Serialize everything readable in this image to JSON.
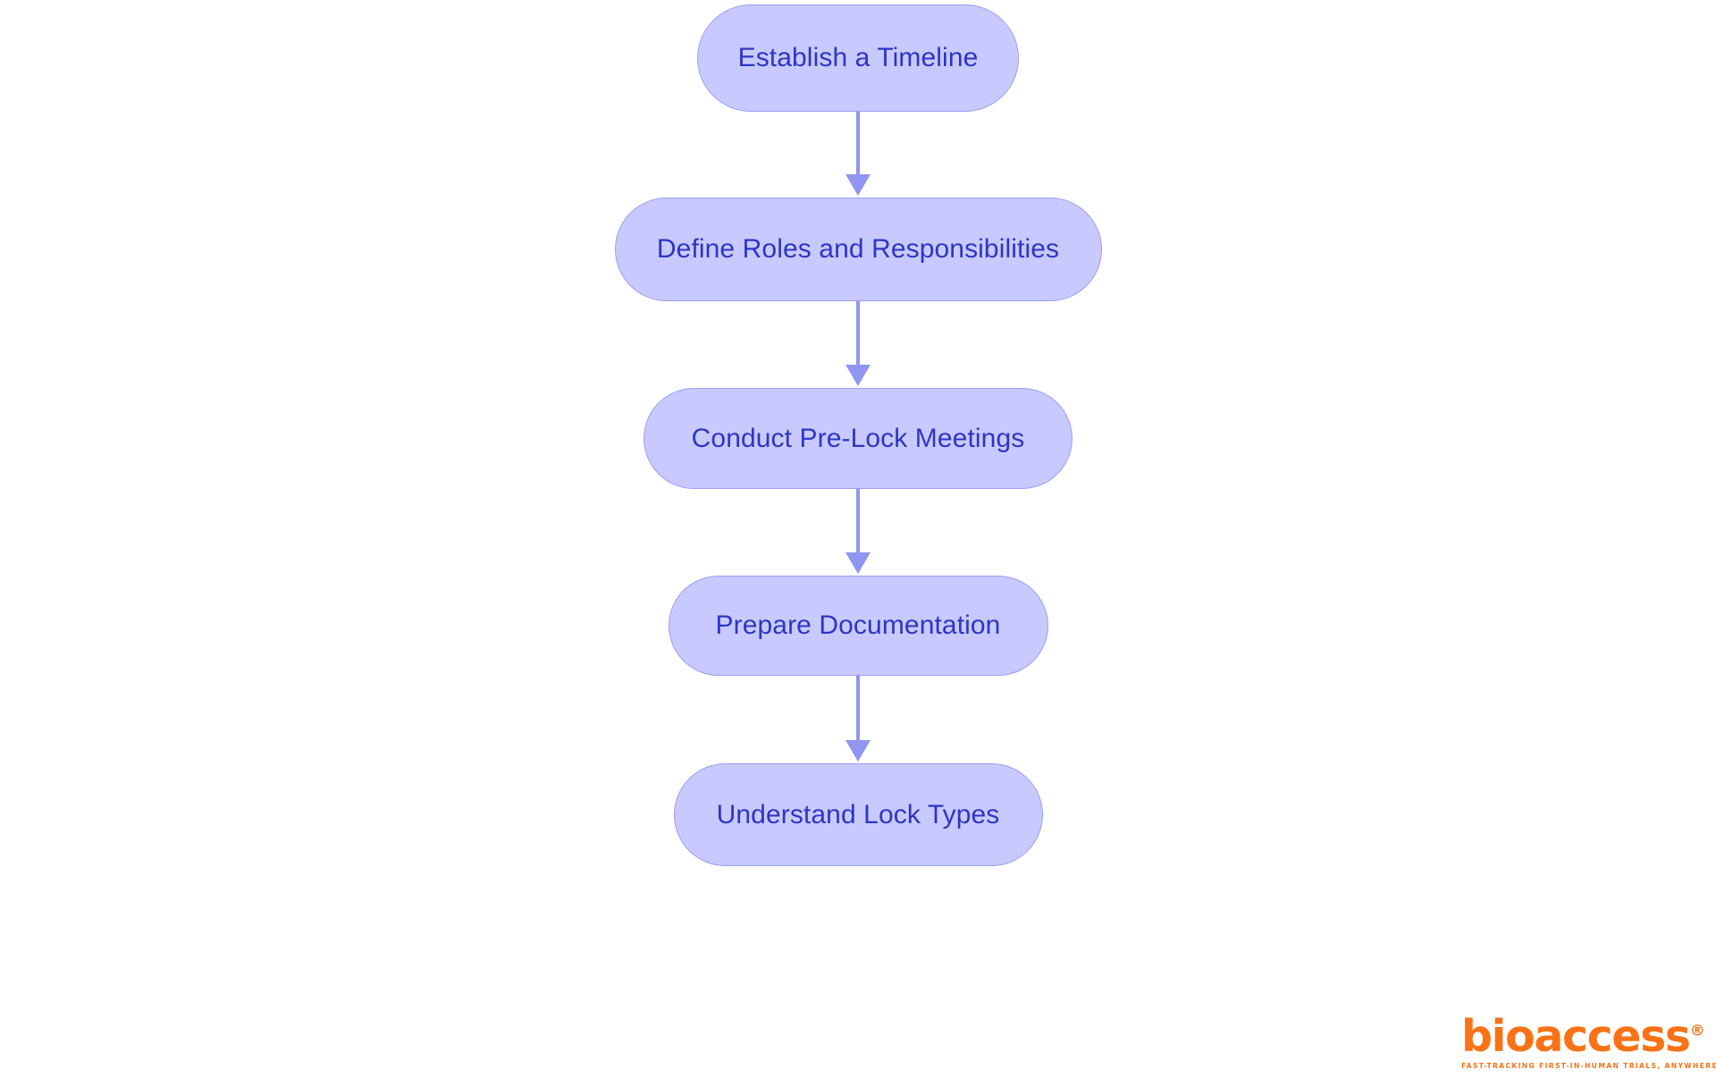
{
  "diagram": {
    "type": "flowchart",
    "orientation": "vertical",
    "background_color": "#ffffff",
    "node_fill_color": "#c8caff",
    "node_border_color": "#9a9ef2",
    "node_text_color": "#2e35c4",
    "connector_color": "#8f95f0",
    "nodes": [
      {
        "id": "node-0",
        "label": "Establish a Timeline"
      },
      {
        "id": "node-1",
        "label": "Define Roles and Responsibilities"
      },
      {
        "id": "node-2",
        "label": "Conduct Pre-Lock Meetings"
      },
      {
        "id": "node-3",
        "label": "Prepare Documentation"
      },
      {
        "id": "node-4",
        "label": "Understand Lock Types"
      }
    ],
    "connectors": [
      {
        "id": "connector-0",
        "from": "node-0",
        "to": "node-1",
        "arrow": "down"
      },
      {
        "id": "connector-1",
        "from": "node-1",
        "to": "node-2",
        "arrow": "down"
      },
      {
        "id": "connector-2",
        "from": "node-2",
        "to": "node-3",
        "arrow": "down"
      },
      {
        "id": "connector-3",
        "from": "node-3",
        "to": "node-4",
        "arrow": "down"
      }
    ]
  },
  "logo": {
    "wordmark": "bioaccess",
    "registered_mark": "®",
    "tagline": "FAST-TRACKING FIRST-IN-HUMAN TRIALS, ANYWHERE",
    "color": "#f97316"
  }
}
